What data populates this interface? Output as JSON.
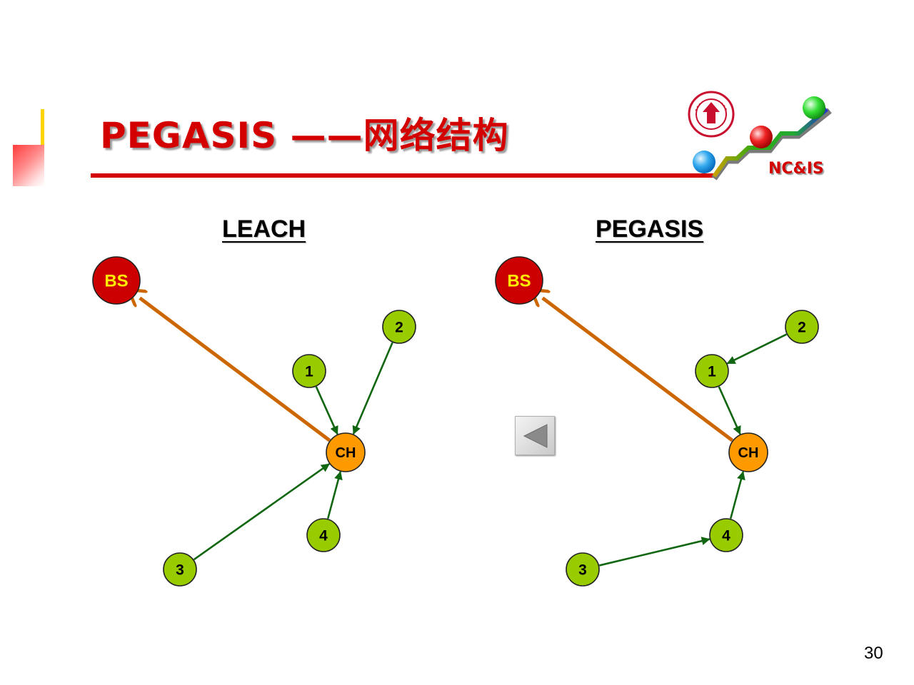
{
  "slide": {
    "title": "PEGASIS ——网络结构",
    "logo_text": "NC&IS",
    "page_number": "30"
  },
  "panels": [
    {
      "label": "LEACH",
      "nodes": [
        {
          "id": "BS",
          "label": "BS",
          "role": "base-station"
        },
        {
          "id": "CH",
          "label": "CH",
          "role": "cluster-head"
        },
        {
          "id": "1",
          "label": "1",
          "role": "sensor"
        },
        {
          "id": "2",
          "label": "2",
          "role": "sensor"
        },
        {
          "id": "3",
          "label": "3",
          "role": "sensor"
        },
        {
          "id": "4",
          "label": "4",
          "role": "sensor"
        }
      ],
      "edges": [
        {
          "from": "1",
          "to": "CH"
        },
        {
          "from": "2",
          "to": "CH"
        },
        {
          "from": "3",
          "to": "CH"
        },
        {
          "from": "4",
          "to": "CH"
        },
        {
          "from": "CH",
          "to": "BS"
        }
      ]
    },
    {
      "label": "PEGASIS",
      "nodes": [
        {
          "id": "BS",
          "label": "BS",
          "role": "base-station"
        },
        {
          "id": "CH",
          "label": "CH",
          "role": "cluster-head"
        },
        {
          "id": "1",
          "label": "1",
          "role": "sensor"
        },
        {
          "id": "2",
          "label": "2",
          "role": "sensor"
        },
        {
          "id": "3",
          "label": "3",
          "role": "sensor"
        },
        {
          "id": "4",
          "label": "4",
          "role": "sensor"
        }
      ],
      "edges": [
        {
          "from": "2",
          "to": "1"
        },
        {
          "from": "1",
          "to": "CH"
        },
        {
          "from": "3",
          "to": "4"
        },
        {
          "from": "4",
          "to": "CH"
        },
        {
          "from": "CH",
          "to": "BS"
        }
      ]
    }
  ],
  "colors": {
    "title": "#d40000",
    "base_station_fill": "#cc0000",
    "base_station_text": "#ffee00",
    "cluster_head_fill": "#ff9900",
    "sensor_fill": "#99cc00",
    "sensor_edge": "#116611",
    "head_edge": "#cc6600"
  },
  "nav": {
    "back_icon": "back-triangle-icon"
  }
}
